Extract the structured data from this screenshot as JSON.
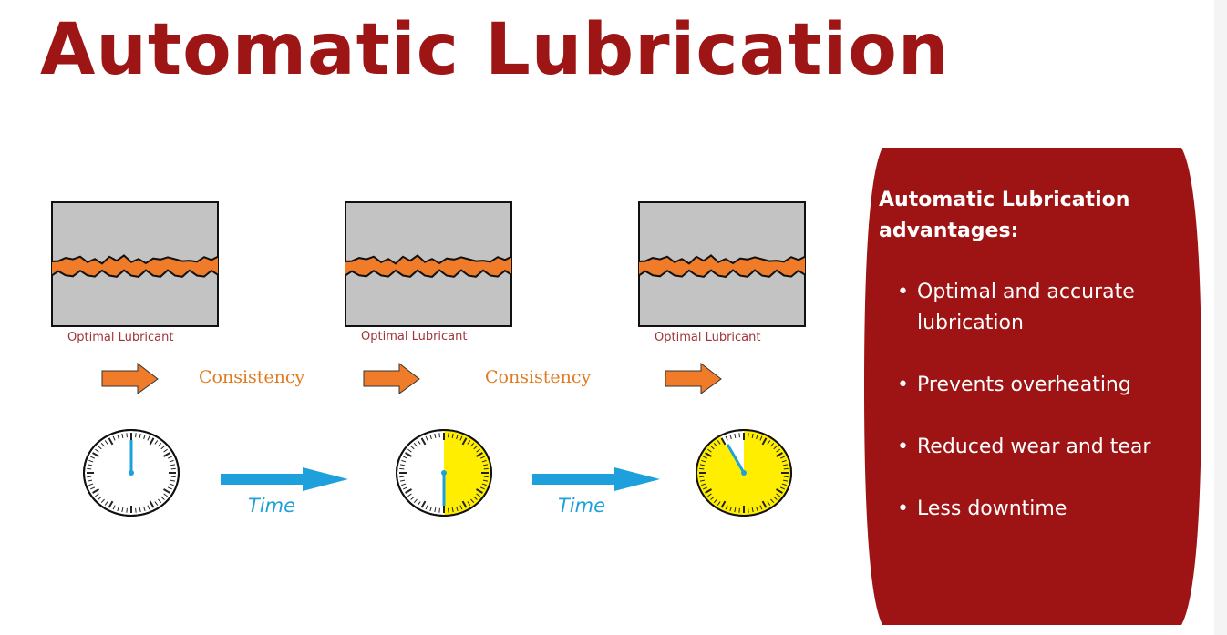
{
  "title": "Automatic Lubrication",
  "diagram": {
    "stages": [
      {
        "label": "Optimal Lubricant",
        "clock_fraction": 0.0
      },
      {
        "label": "Optimal Lubricant",
        "clock_fraction": 0.5
      },
      {
        "label": "Optimal Lubricant",
        "clock_fraction": 0.917
      }
    ],
    "consistency_labels": [
      "Consistency",
      "Consistency"
    ],
    "time_labels": [
      "Time",
      "Time"
    ]
  },
  "panel": {
    "title": "Automatic Lubrication advantages:",
    "bullets": [
      "Optimal and accurate lubrication",
      "Prevents overheating",
      "Reduced wear and tear",
      "Less downtime"
    ]
  },
  "colors": {
    "brand": "#9e1515",
    "lubricant": "#f07c2a",
    "time": "#1ea0dc",
    "elapsed": "#ffee00"
  }
}
